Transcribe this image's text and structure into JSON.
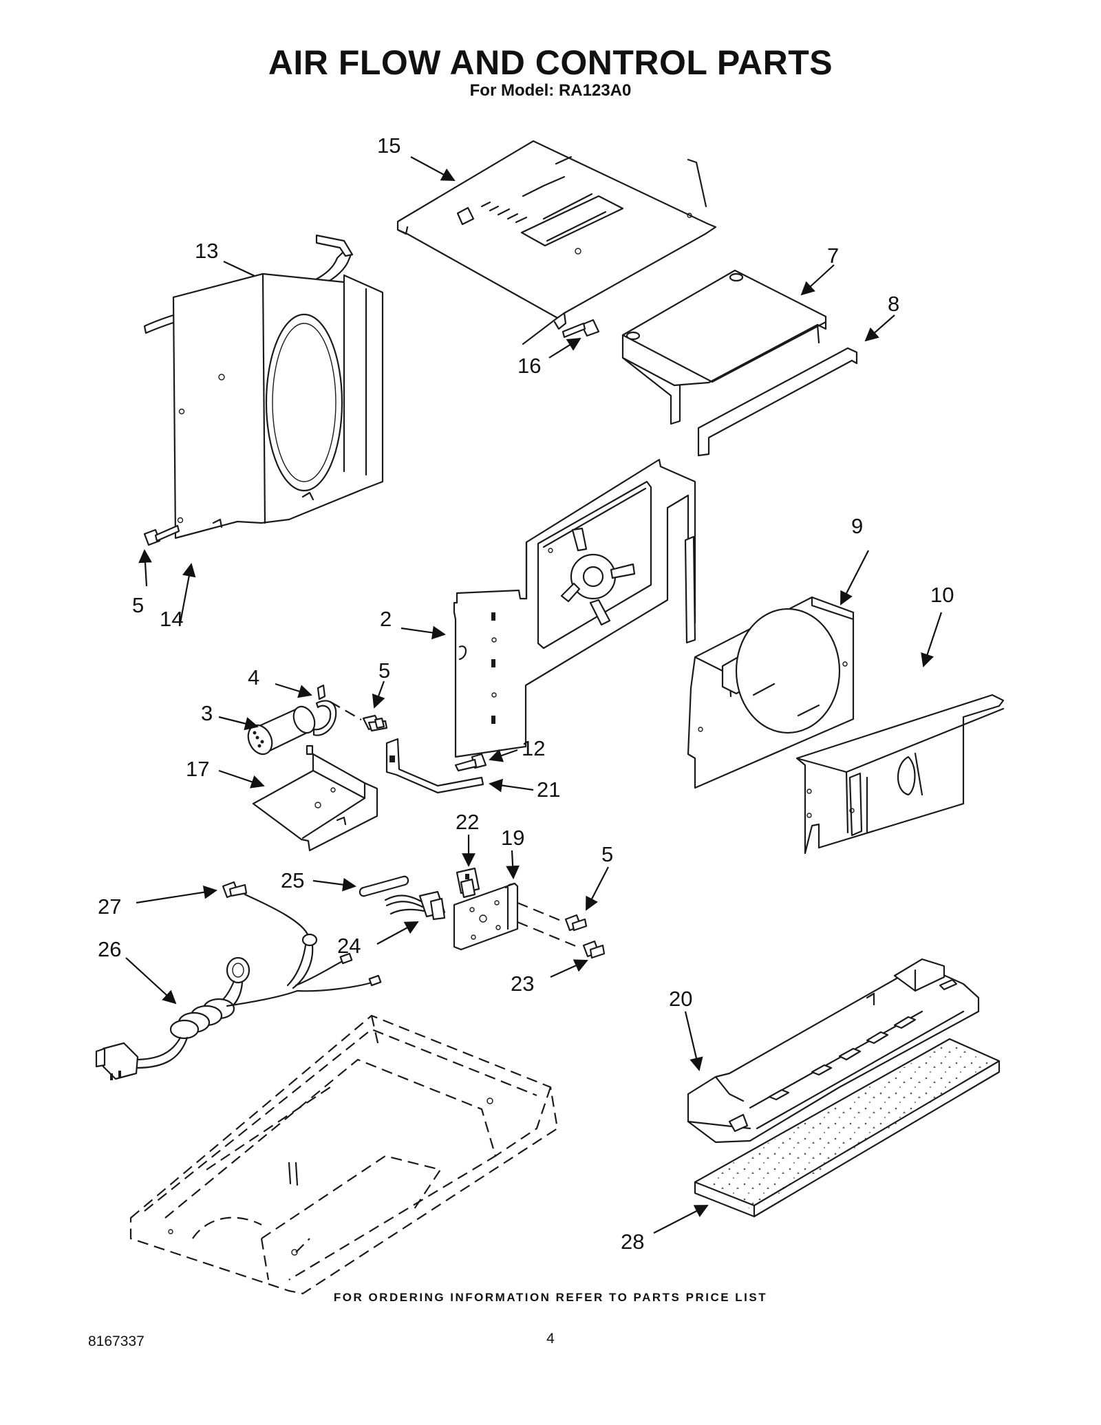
{
  "header": {
    "title": "AIR FLOW AND CONTROL PARTS",
    "subtitle": "For Model: RA123A0"
  },
  "callouts": [
    {
      "id": "c15",
      "label": "15"
    },
    {
      "id": "c13",
      "label": "13"
    },
    {
      "id": "c7",
      "label": "7"
    },
    {
      "id": "c8",
      "label": "8"
    },
    {
      "id": "c16",
      "label": "16"
    },
    {
      "id": "c9",
      "label": "9"
    },
    {
      "id": "c10",
      "label": "10"
    },
    {
      "id": "c5a",
      "label": "5"
    },
    {
      "id": "c14",
      "label": "14"
    },
    {
      "id": "c2",
      "label": "2"
    },
    {
      "id": "c4",
      "label": "4"
    },
    {
      "id": "c5b",
      "label": "5"
    },
    {
      "id": "c3",
      "label": "3"
    },
    {
      "id": "c12",
      "label": "12"
    },
    {
      "id": "c17",
      "label": "17"
    },
    {
      "id": "c21",
      "label": "21"
    },
    {
      "id": "c22",
      "label": "22"
    },
    {
      "id": "c19",
      "label": "19"
    },
    {
      "id": "c5c",
      "label": "5"
    },
    {
      "id": "c25",
      "label": "25"
    },
    {
      "id": "c27",
      "label": "27"
    },
    {
      "id": "c24",
      "label": "24"
    },
    {
      "id": "c26",
      "label": "26"
    },
    {
      "id": "c23",
      "label": "23"
    },
    {
      "id": "c20",
      "label": "20"
    },
    {
      "id": "c28",
      "label": "28"
    }
  ],
  "footer": {
    "note": "FOR ORDERING INFORMATION REFER TO PARTS PRICE LIST",
    "doc_number": "8167337",
    "page_number": "4"
  }
}
